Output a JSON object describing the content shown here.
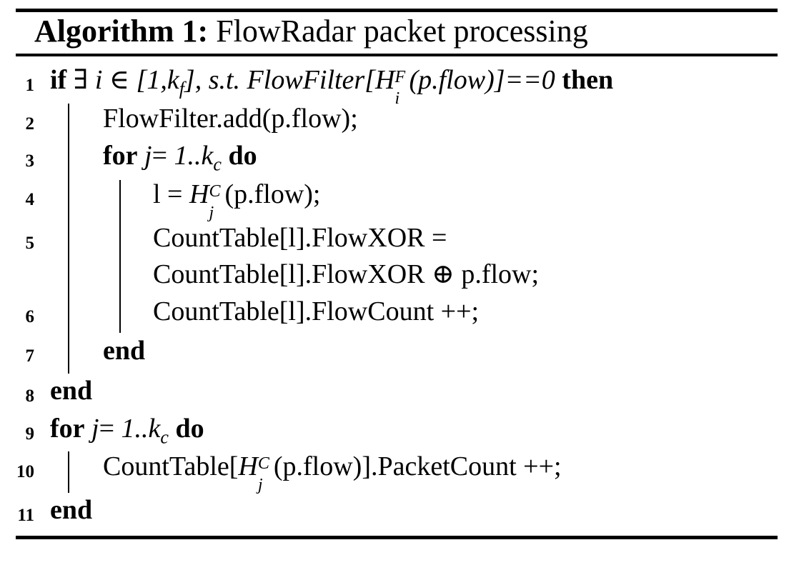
{
  "algorithm": {
    "label": "Algorithm 1:",
    "title": "FlowRadar packet processing"
  },
  "lines": {
    "l1": {
      "num": "1",
      "if": "if",
      "cond_a": "∃",
      "cond_b": "i ∈ [1,k",
      "cond_b_sub": "f",
      "cond_c": "], s.t. FlowFilter[H",
      "cond_c_sup": "F",
      "cond_c_sub": "i",
      "cond_d": "(p.flow)]==0",
      "then": "then"
    },
    "l2": {
      "num": "2",
      "text": "FlowFilter.add(p.flow);"
    },
    "l3": {
      "num": "3",
      "for": "for",
      "var": "j",
      "eq": "= ",
      "range": "1..k",
      "range_sub": "c",
      "do": "do"
    },
    "l4": {
      "num": "4",
      "pre": "l = ",
      "h": "H",
      "h_sup": "C",
      "h_sub": "j",
      "post": "(p.flow);"
    },
    "l5": {
      "num": "5",
      "text_a": "CountTable[l].FlowXOR =",
      "text_b": "CountTable[l].FlowXOR ⊕ p.flow;"
    },
    "l6": {
      "num": "6",
      "text": "CountTable[l].FlowCount ++;"
    },
    "l7": {
      "num": "7",
      "end": "end"
    },
    "l8": {
      "num": "8",
      "end": "end"
    },
    "l9": {
      "num": "9",
      "for": "for",
      "var": "j",
      "eq": "= ",
      "range": "1..k",
      "range_sub": "c",
      "do": "do"
    },
    "l10": {
      "num": "10",
      "pre": "CountTable[",
      "h": "H",
      "h_sup": "C",
      "h_sub": "j",
      "post": "(p.flow)].PacketCount ++;"
    },
    "l11": {
      "num": "11",
      "end": "end"
    }
  }
}
